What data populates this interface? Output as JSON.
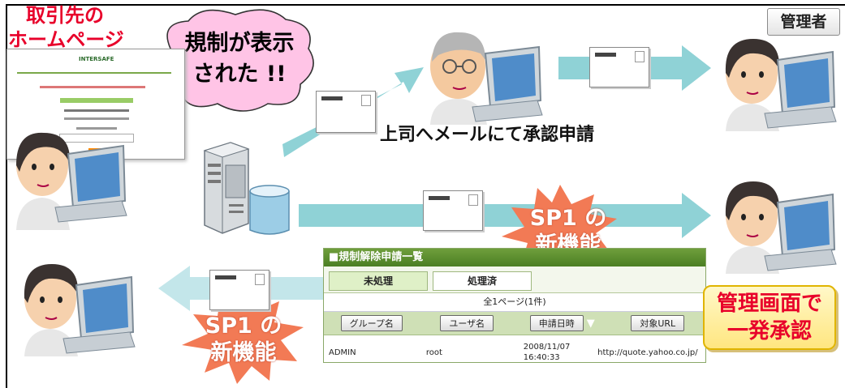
{
  "labels": {
    "partner_line1": "取引先の",
    "partner_line2": "ホームページ",
    "bubble_line1": "規制が表示",
    "bubble_line2": "された !!",
    "admin": "管理者",
    "approval_request": "上司へメールにて承認申請",
    "sp1_burst_1_line1": "SP1 の",
    "sp1_burst_1_line2": "新機能",
    "sp1_burst_2_line1": "SP1 の",
    "sp1_burst_2_line2": "新機能",
    "admin_approval_line1": "管理画面で",
    "admin_approval_line2": "一発承認"
  },
  "panel": {
    "title": "■規制解除申請一覧",
    "tabs": [
      "未処理",
      "処理済"
    ],
    "page_count": "全1ページ(1件)",
    "headers": [
      "グループ名",
      "ユーザ名",
      "申請日時",
      "対象URL"
    ],
    "rows": [
      {
        "group": "ADMIN",
        "user": "root",
        "date_line1": "2008/11/07",
        "date_line2": "16:40:33",
        "url": "http://quote.yahoo.co.jp/"
      }
    ]
  },
  "site_logo": "INTERSAFE",
  "colors": {
    "red_text": "#e8002a",
    "arrow": "#8fd2d6",
    "arrow_back": "#c3e6ea",
    "burst": "#f27a55",
    "panel_green": "#5a8e2e",
    "bubble_pink": "#ffc4e6"
  }
}
